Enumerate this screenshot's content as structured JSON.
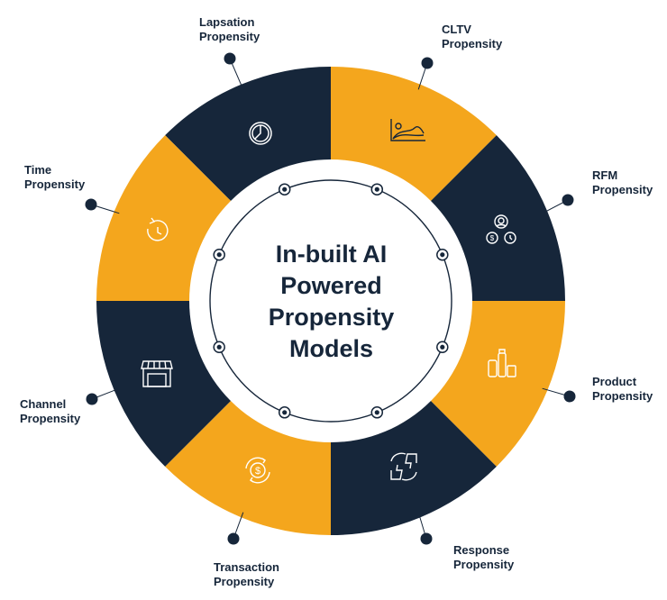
{
  "center": {
    "line1": "In-built AI",
    "line2": "Powered",
    "line3": "Propensity",
    "line4": "Models"
  },
  "colors": {
    "dark": "#16263a",
    "orange": "#f4a61d",
    "white": "#ffffff"
  },
  "segments": [
    {
      "id": "lapsation",
      "line1": "Lapsation",
      "line2": "Propensity",
      "color": "dark",
      "icon": "clock-pie-icon"
    },
    {
      "id": "cltv",
      "line1": "CLTV",
      "line2": "Propensity",
      "color": "orange",
      "icon": "trend-chart-icon"
    },
    {
      "id": "rfm",
      "line1": "RFM",
      "line2": "Propensity",
      "color": "dark",
      "icon": "user-money-time-icon"
    },
    {
      "id": "product",
      "line1": "Product",
      "line2": "Propensity",
      "color": "orange",
      "icon": "products-icon"
    },
    {
      "id": "response",
      "line1": "Response",
      "line2": "Propensity",
      "color": "dark",
      "icon": "thumbs-exchange-icon"
    },
    {
      "id": "transaction",
      "line1": "Transaction",
      "line2": "Propensity",
      "color": "orange",
      "icon": "dollar-cycle-icon"
    },
    {
      "id": "channel",
      "line1": "Channel",
      "line2": "Propensity",
      "color": "dark",
      "icon": "storefront-icon"
    },
    {
      "id": "time",
      "line1": "Time",
      "line2": "Propensity",
      "color": "orange",
      "icon": "clock-arrow-icon"
    }
  ]
}
